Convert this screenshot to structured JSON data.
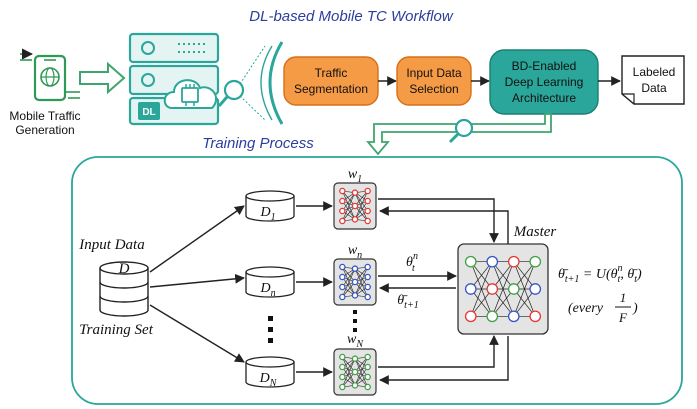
{
  "title": "DL-based Mobile TC Workflow",
  "mobile_label_line1": "Mobile Traffic",
  "mobile_label_line2": "Generation",
  "server_dl_badge": "DL",
  "pipeline": {
    "step1_line1": "Traffic",
    "step1_line2": "Segmentation",
    "step2_line1": "Input Data",
    "step2_line2": "Selection",
    "step3_line1": "BD-Enabled",
    "step3_line2": "Deep Learning",
    "step3_line3": "Architecture",
    "output_line1": "Labeled",
    "output_line2": "Data"
  },
  "training_title": "Training Process",
  "input_data_label": "Input Data",
  "dataset_symbol": "D",
  "training_set_label": "Training Set",
  "shards": [
    {
      "base": "D",
      "sub": "1"
    },
    {
      "base": "D",
      "sub": "n"
    },
    {
      "base": "D",
      "sub": "N"
    }
  ],
  "workers": [
    {
      "base": "w",
      "sub": "1"
    },
    {
      "base": "w",
      "sub": "n"
    },
    {
      "base": "w",
      "sub": "N"
    }
  ],
  "master_label": "Master",
  "upload_param": {
    "base": "θ",
    "sup": "n",
    "sub": "t"
  },
  "download_param": {
    "base": "θ̄",
    "sub": "t+1"
  },
  "update_rule": {
    "lhs_base": "θ̄",
    "lhs_sub": "t+1",
    "rhs": " = U(θ",
    "rhs_sup": "n",
    "rhs_sub": "t",
    "rhs_mid": ", θ̄",
    "rhs_sub2": "t",
    "rhs_end": ")"
  },
  "frequency": {
    "prefix": "(every",
    "num": "1",
    "den": "F",
    "suffix": ")"
  },
  "colors": {
    "teal": "#2aa69a",
    "teal_dark": "#1b7e74",
    "orange": "#f59a45",
    "orange_dark": "#d6701a",
    "blue_text": "#2c3e9e",
    "arrow_green": "#3fa56f",
    "worker_red": "#e53935",
    "worker_blue": "#3557c7",
    "worker_green": "#43a047"
  }
}
